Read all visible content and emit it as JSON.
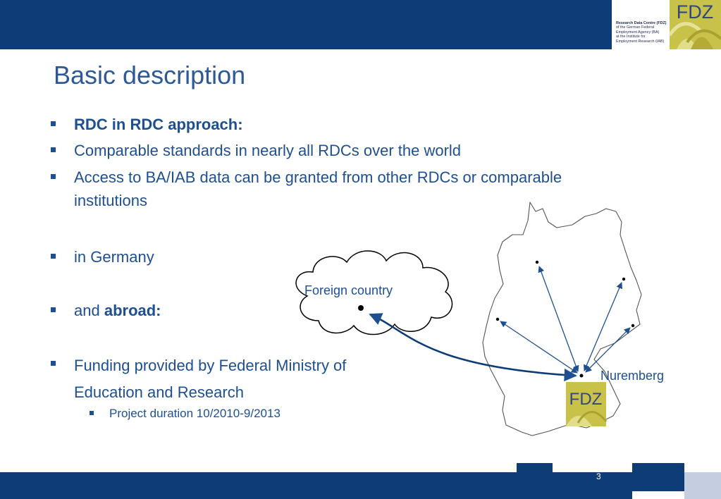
{
  "header": {
    "logo": {
      "title": "Research Data Centre (FDZ)",
      "lines": [
        "of the German Federal",
        "Employment Agency (BA)",
        "at the Institute for",
        "Employment Research (IAB)"
      ],
      "mark_text": "FDZ"
    }
  },
  "slide": {
    "title": "Basic description",
    "bullets": [
      {
        "text": "RDC in RDC approach:"
      },
      {
        "text": "Comparable standards in nearly all RDCs over the world"
      },
      {
        "line1": "Access to BA/IAB data can be granted from other RDCs or comparable",
        "line2": "institutions"
      },
      {
        "text": "in Germany"
      },
      {
        "prefix": "and ",
        "bold": "abroad:"
      },
      {
        "line1": "Funding provided by Federal Ministry of",
        "line2": "Education and Research"
      }
    ],
    "sub_bullet": "Project duration 10/2010-9/2013"
  },
  "diagram": {
    "foreign_label": "Foreign country",
    "nuremberg_label": "Nuremberg",
    "fdz_mark": "FDZ"
  },
  "colors": {
    "brand_navy": "#0d3c77",
    "text_blue": "#1e4f91",
    "logo_olive": "#c9c24a"
  },
  "footer": {
    "page_number": "3"
  }
}
